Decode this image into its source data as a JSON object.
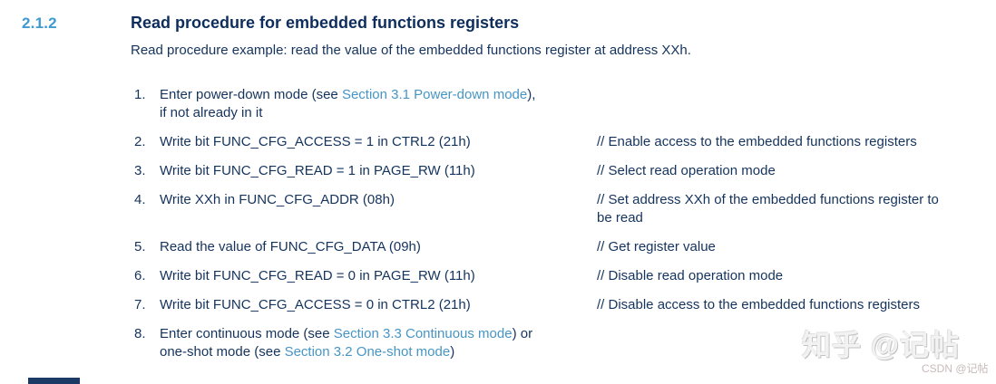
{
  "page": {
    "background": "#ffffff",
    "text_color": "#14335d",
    "title_color": "#0d2e5c",
    "section_number_color": "#3f9ad2",
    "link_color": "#4795c5"
  },
  "header": {
    "section_number": "2.1.2",
    "title": "Read procedure for embedded functions registers",
    "subtitle": "Read procedure example: read the value of the embedded functions register at address XXh."
  },
  "steps": [
    {
      "number": "1.",
      "segments": [
        {
          "text": "Enter power-down mode (see "
        },
        {
          "text": "Section 3.1 Power-down mode",
          "link": true
        },
        {
          "text": "),"
        },
        {
          "br": true
        },
        {
          "text": "if not already in it"
        }
      ],
      "comment": ""
    },
    {
      "number": "2.",
      "segments": [
        {
          "text": "Write bit FUNC_CFG_ACCESS = 1 in CTRL2 (21h)"
        }
      ],
      "comment": "// Enable access to the embedded functions registers"
    },
    {
      "number": "3.",
      "segments": [
        {
          "text": "Write bit FUNC_CFG_READ = 1 in PAGE_RW (11h)"
        }
      ],
      "comment": "// Select read operation mode"
    },
    {
      "number": "4.",
      "segments": [
        {
          "text": "Write XXh in FUNC_CFG_ADDR (08h)"
        }
      ],
      "comment": "// Set address XXh of the embedded functions register to\nbe read"
    },
    {
      "number": "5.",
      "segments": [
        {
          "text": "Read the value of FUNC_CFG_DATA (09h)"
        }
      ],
      "comment": "// Get register value"
    },
    {
      "number": "6.",
      "segments": [
        {
          "text": "Write bit FUNC_CFG_READ = 0 in PAGE_RW (11h)"
        }
      ],
      "comment": "// Disable read operation mode"
    },
    {
      "number": "7.",
      "segments": [
        {
          "text": "Write bit FUNC_CFG_ACCESS = 0 in CTRL2 (21h)"
        }
      ],
      "comment": "// Disable access to the embedded functions registers"
    },
    {
      "number": "8.",
      "segments": [
        {
          "text": "Enter continuous mode (see "
        },
        {
          "text": "Section 3.3 Continuous mode",
          "link": true
        },
        {
          "text": ") or"
        },
        {
          "br": true
        },
        {
          "text": "one-shot mode (see "
        },
        {
          "text": "Section 3.2 One-shot mode",
          "link": true
        },
        {
          "text": ")"
        }
      ],
      "comment": ""
    }
  ],
  "watermark": {
    "main": "知乎 @记帖",
    "sub": "CSDN @记帖"
  }
}
